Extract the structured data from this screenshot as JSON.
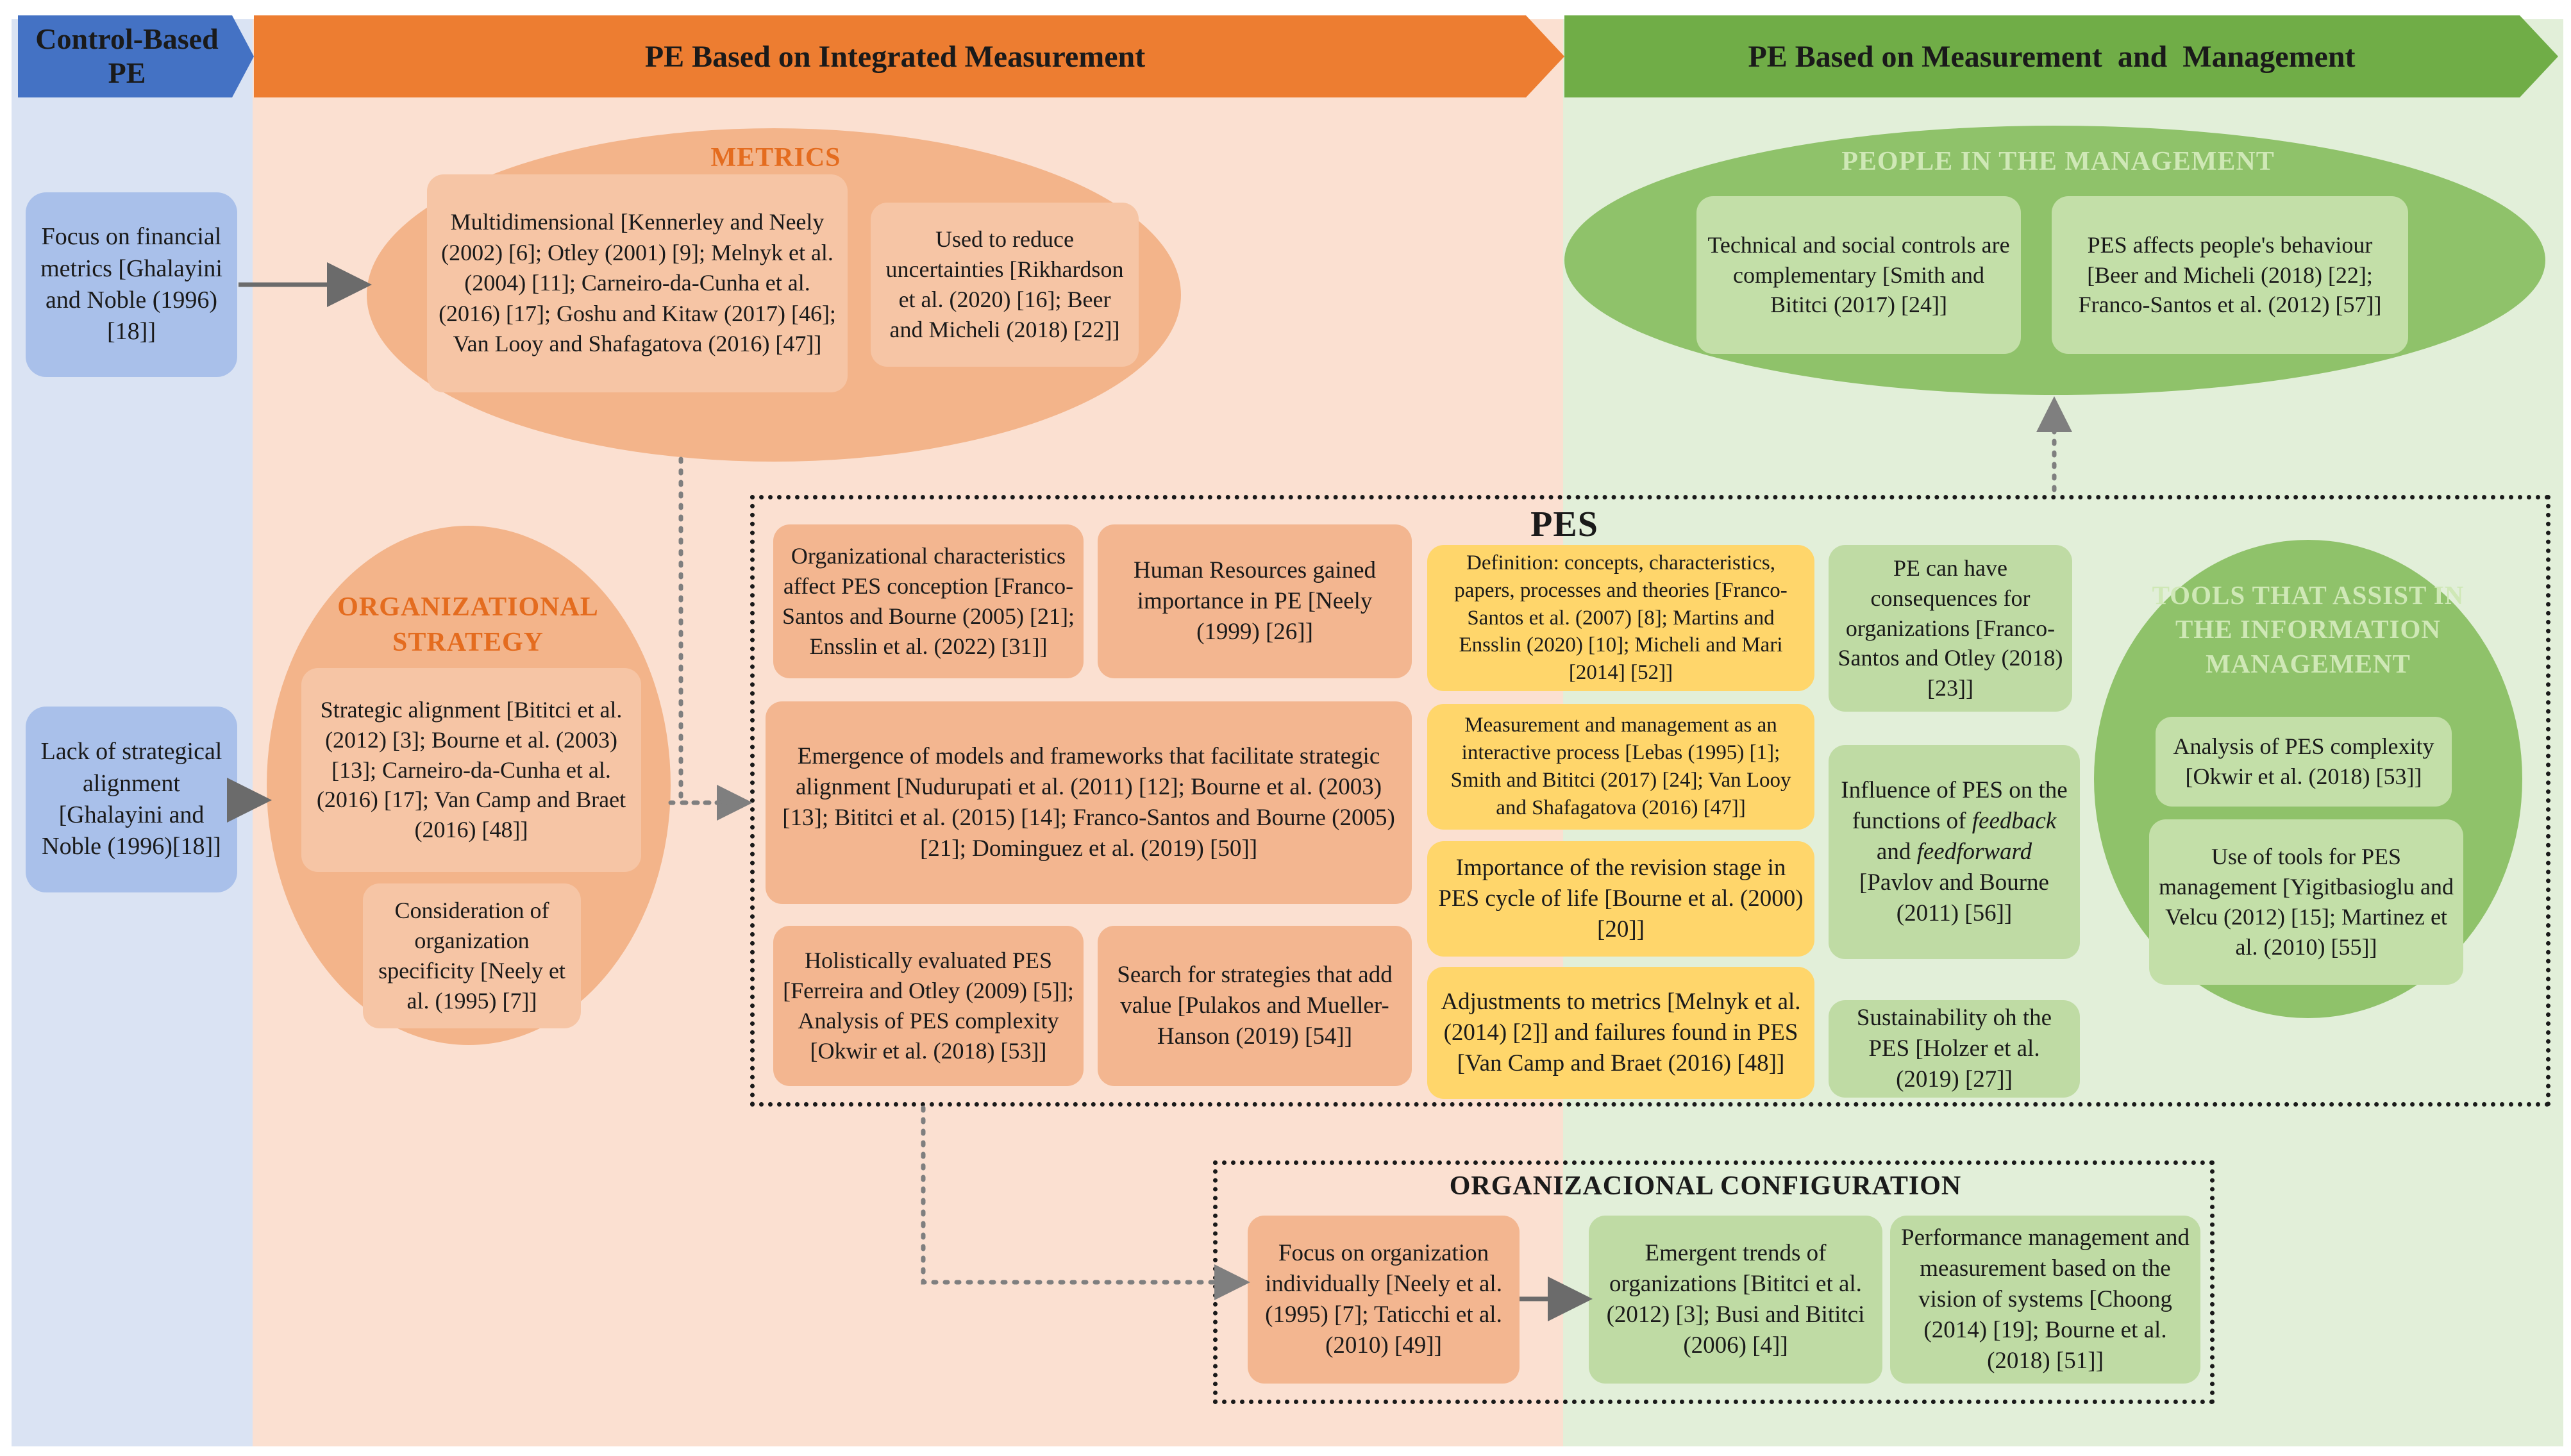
{
  "columns": {
    "control": {
      "title": "Control-Based\nPE"
    },
    "integrated": {
      "title": "PE Based on Integrated Measurement"
    },
    "measurement": {
      "title": "PE Based on Measurement  and  Management"
    }
  },
  "control_boxes": {
    "focus": "Focus on financial metrics [Ghalayini and Noble (1996) [18]]",
    "lack": "Lack of strategical alignment [Ghalayini and Noble (1996)[18]]"
  },
  "metrics": {
    "title": "METRICS",
    "multidimensional": "Multidimensional [Kennerley and Neely (2002) [6]; Otley (2001) [9]; Melnyk et al. (2004) [11]; Carneiro-da-Cunha et al. (2016) [17]; Goshu and Kitaw (2017) [46]; Van Looy and Shafagatova (2016) [47]]",
    "uncertainties": "Used to reduce uncertainties [Rikhardson et al. (2020) [16]; Beer and Micheli (2018) [22]]"
  },
  "org_strategy": {
    "title": "ORGANIZATIONAL STRATEGY",
    "alignment": "Strategic alignment [Bititci et al. (2012) [3]; Bourne et al. (2003) [13]; Carneiro-da-Cunha et al. (2016) [17]; Van Camp and Braet (2016) [48]]",
    "specificity": "Consideration of organization specificity [Neely et al. (1995) [7]]"
  },
  "people": {
    "title": "PEOPLE IN THE MANAGEMENT",
    "technical": "Technical and social controls are complementary [Smith and Bititci (2017) [24]]",
    "behaviour": "PES affects people's behaviour [Beer and Micheli (2018) [22]; Franco-Santos et al. (2012) [57]]"
  },
  "pes": {
    "title": "PES",
    "org_characteristics": "Organizational characteristics affect PES conception [Franco-Santos and Bourne (2005) [21]; Ensslin et al. (2022) [31]]",
    "human_resources": "Human Resources gained importance in PE [Neely (1999) [26]]",
    "emergence": "Emergence of models and frameworks that facilitate strategic alignment [Nudurupati et al. (2011) [12]; Bourne et al. (2003) [13]; Bititci et al. (2015) [14]; Franco-Santos and Bourne (2005) [21]; Dominguez et al. (2019) [50]]",
    "holistic": "Holistically evaluated PES [Ferreira and Otley (2009) [5]]; Analysis of PES complexity [Okwir et al. (2018) [53]]",
    "search": "Search for strategies that add value [Pulakos and Mueller-Hanson (2019) [54]]",
    "definition": "Definition: concepts, characteristics, papers, processes and theories [Franco-Santos et al. (2007) [8]; Martins and Ensslin (2020) [10]; Micheli and Mari [2014] [52]]",
    "interactive": "Measurement and management as an interactive process [Lebas (1995) [1]; Smith and Bititci (2017) [24]; Van Looy and Shafagatova (2016) [47]]",
    "revision": "Importance of the revision stage in PES cycle of life [Bourne et al. (2000) [20]]",
    "adjustments": "Adjustments to metrics [Melnyk et al. (2014) [2]] and failures found in PES [Van Camp and Braet (2016) [48]]",
    "consequences": "PE can have consequences for organizations [Franco-Santos and Otley (2018) [23]]",
    "influence_pre": "Influence of PES on the functions of",
    "influence_feedback": "feedback",
    "influence_and": "and",
    "influence_feedforward": "feedforward",
    "influence_post": "[Pavlov and Bourne (2011) [56]]",
    "sustainability": "Sustainability oh the PES [Holzer et al. (2019) [27]]"
  },
  "tools": {
    "title": "TOOLS THAT ASSIST IN THE INFORMATION MANAGEMENT",
    "analysis": "Analysis of PES complexity [Okwir et al. (2018) [53]]",
    "use": "Use of tools for PES management [Yigitbasioglu and Velcu (2012) [15]; Martinez et al. (2010) [55]]"
  },
  "org_config": {
    "title": "ORGANIZACIONAL CONFIGURATION",
    "focus": "Focus on organization individually [Neely et al. (1995) [7]; Taticchi et al. (2010) [49]]",
    "trends": "Emergent trends of organizations [Bititci et al. (2012) [3]; Busi and Bititci (2006) [4]]",
    "systems": "Performance management and measurement based on the vision of systems [Choong (2014) [19]; Bourne et al. (2018) [51]]"
  },
  "colors": {
    "blue_bg": "#dae3f3",
    "blue_banner": "#4472c4",
    "orange_bg": "#fbe0d1",
    "orange_banner": "#ed7d31",
    "green_bg": "#e2efd9",
    "green_banner": "#70ad47",
    "orange_heading": "#e46c1f",
    "green_heading": "#8fbd5e"
  }
}
